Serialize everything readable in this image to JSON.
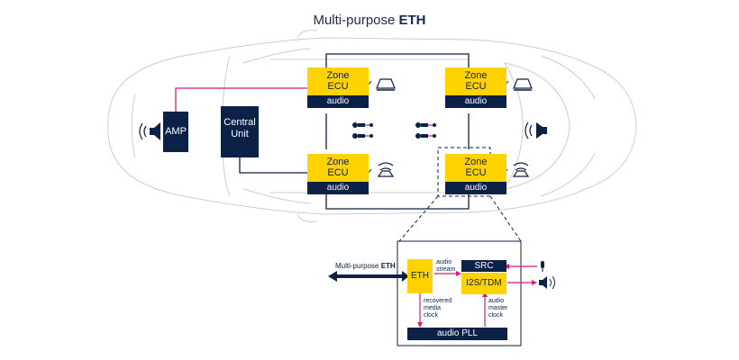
{
  "title": {
    "plain": "Multi-purpose ",
    "bold": "ETH"
  },
  "car": {
    "amp": "AMP",
    "central_unit": "Central Unit",
    "ecus": [
      {
        "line1": "Zone",
        "line2": "ECU",
        "sub": "audio"
      },
      {
        "line1": "Zone",
        "line2": "ECU",
        "sub": "audio"
      },
      {
        "line1": "Zone",
        "line2": "ECU",
        "sub": "audio"
      },
      {
        "line1": "Zone",
        "line2": "ECU",
        "sub": "audio"
      }
    ]
  },
  "detail": {
    "eth_link_plain": "Multi-purpose ",
    "eth_link_bold": "ETH",
    "eth": "ETH",
    "src": "SRC",
    "i2s": "I2S/TDM",
    "pll": "audio PLL",
    "audio_stream": [
      "audio",
      "stream"
    ],
    "recovered": [
      "recovered",
      "media",
      "clock"
    ],
    "master": [
      "audio",
      "master",
      "clock"
    ]
  },
  "colors": {
    "navy": "#0b2148",
    "yellow": "#ffd200",
    "magenta": "#d6197d",
    "outline": "#c9ccd3"
  }
}
